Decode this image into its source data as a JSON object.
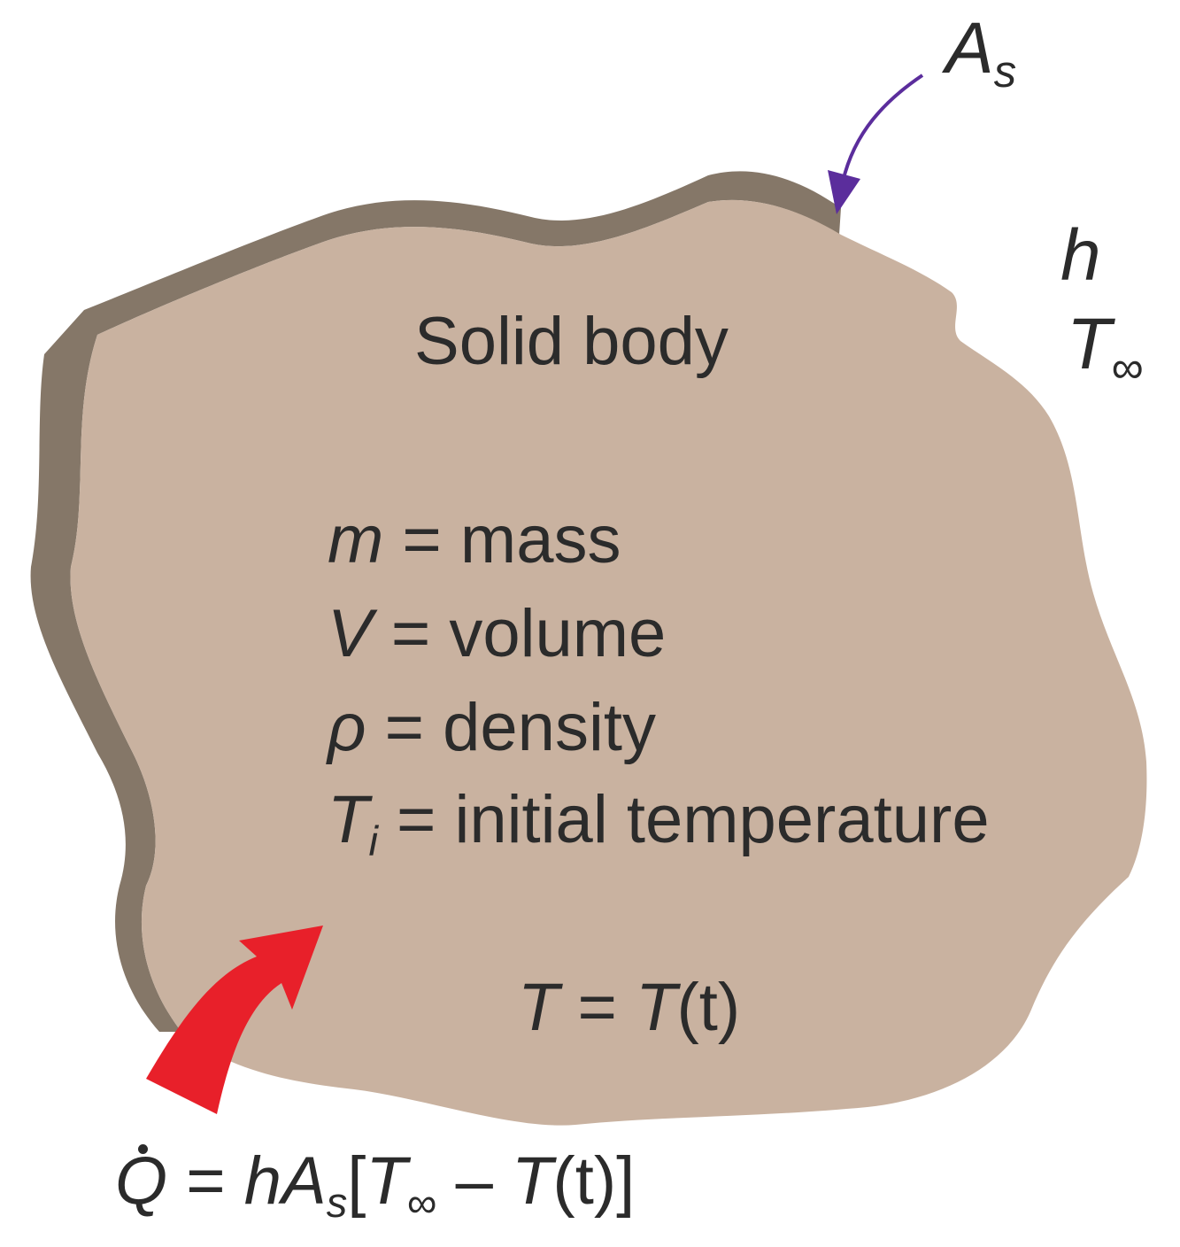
{
  "labels": {
    "surface_area": {
      "symbol": "A",
      "sub": "s"
    },
    "h": "h",
    "t_inf": {
      "symbol": "T",
      "sub": "∞"
    },
    "body_title": "Solid body",
    "props": [
      {
        "symbol": "m",
        "sub": "",
        "text": " = mass"
      },
      {
        "symbol": "V",
        "sub": "",
        "text": " = volume"
      },
      {
        "symbol": "ρ",
        "sub": "",
        "text": " = density"
      },
      {
        "symbol": "T",
        "sub": "i",
        "text": " = initial temperature"
      }
    ],
    "temp_func": {
      "lhs": "T",
      "eq": " = ",
      "rhs": "T",
      "arg": "(t)"
    },
    "heat_eq": {
      "q": "Q",
      "eq": " = ",
      "h": "h",
      "a": "A",
      "a_sub": "s",
      "open": "[",
      "t_inf": "T",
      "t_inf_sub": "∞",
      "minus": " – ",
      "t": "T",
      "t_arg": "(t)",
      "close": "]"
    }
  },
  "colors": {
    "body_fill": "#c9b2a0",
    "body_shadow": "#857768",
    "text": "#2b2b2b",
    "surface_arrow": "#5b2d9c",
    "heat_arrow": "#e8202a"
  }
}
